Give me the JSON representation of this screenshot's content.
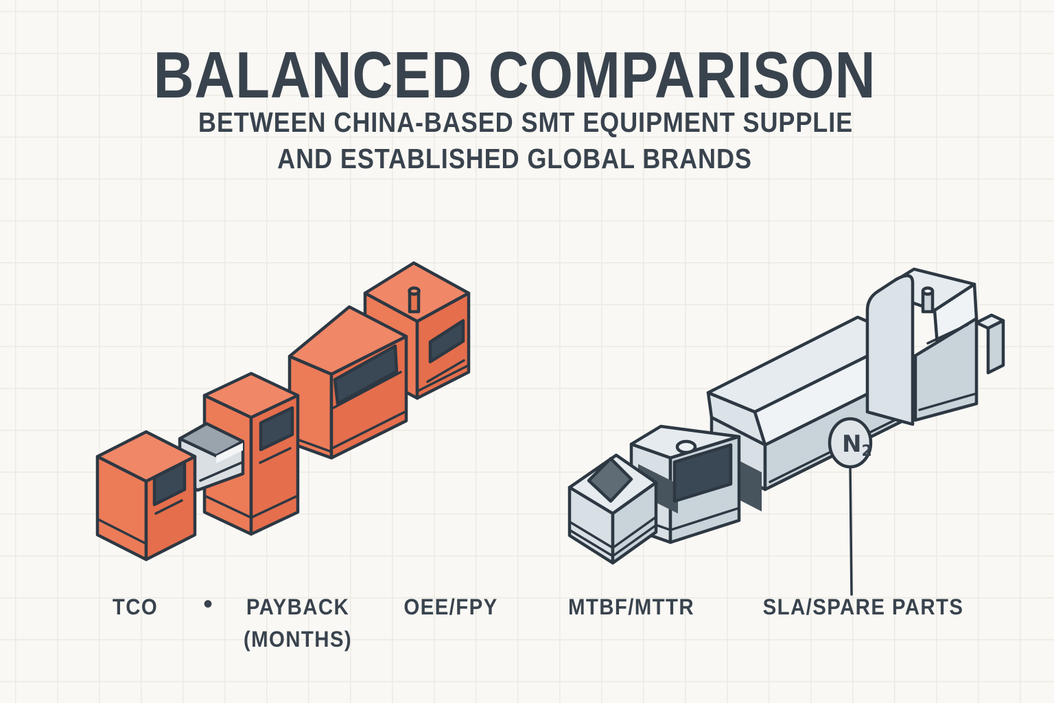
{
  "header": {
    "title": "BALANCED COMPARISON",
    "subtitle_line1": "BETWEEN CHINA-BASED SMT EQUIPMENT SUPPLIE",
    "subtitle_line2": "AND ESTABLISHED GLOBAL BRANDS"
  },
  "metrics": {
    "tco": "TCO",
    "separator": "•",
    "payback": "PAYBACK",
    "payback_unit": "(MONTHS)",
    "oee": "OEE/FPY",
    "mtbf": "MTBF/MTTR",
    "sla": "SLA/SPARE PARTS"
  },
  "annotation": {
    "n2_main": "N",
    "n2_sub": "2"
  },
  "illustrations": {
    "left_line": "china-based-smt-equipment-line",
    "right_line": "established-global-brands-line"
  },
  "colors": {
    "background": "#F9F8F4",
    "grid_line": "#ECEAE3",
    "ink": "#39434E",
    "outline": "#2D3843",
    "orange_machine": "#E56E4C",
    "gray_machine": "#C9D3DA",
    "window_dark": "#3A4754"
  }
}
